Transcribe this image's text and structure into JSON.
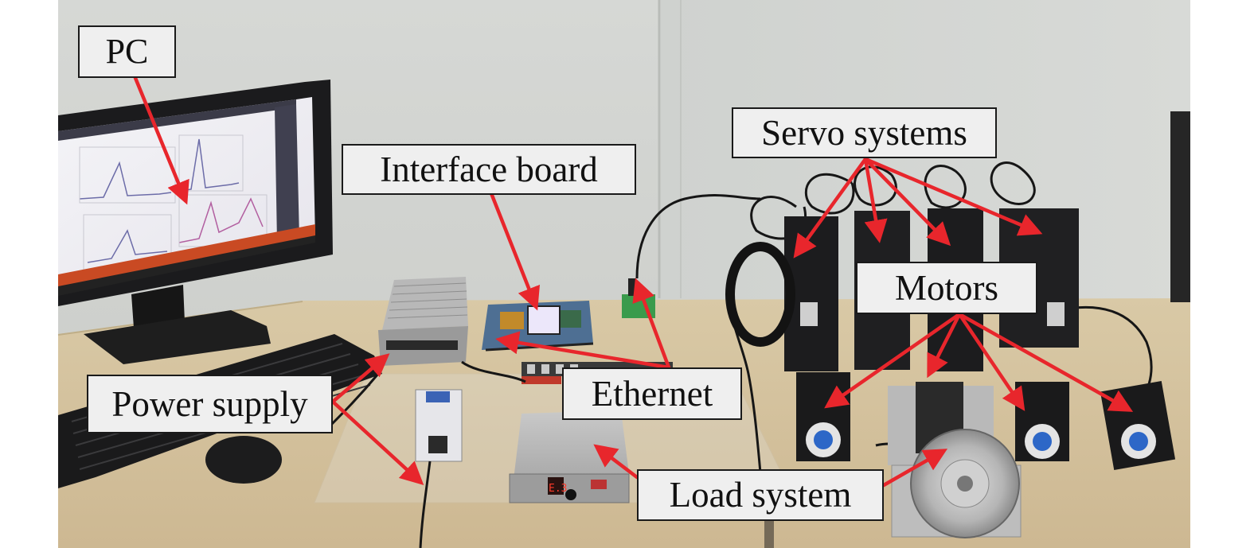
{
  "labels": {
    "pc": "PC",
    "interface_board": "Interface board",
    "servo_systems": "Servo systems",
    "motors": "Motors",
    "ethernet": "Ethernet",
    "power_supply": "Power supply",
    "load_system": "Load system"
  },
  "colors": {
    "arrow": "#e8262c",
    "label_bg": "#efefef",
    "label_border": "#1a1a1a",
    "wall": "#d9dbd8",
    "table": "#d8c7a3",
    "equipment_dark": "#1d1d1f",
    "panel_metal": "#bdbdbd"
  },
  "icons": [
    "monitor",
    "keyboard",
    "mouse",
    "power-supply-unit",
    "interface-board",
    "ethernet-connector",
    "servo-driver",
    "servo-motor",
    "load-motor",
    "control-box",
    "circuit-breaker",
    "cables"
  ]
}
